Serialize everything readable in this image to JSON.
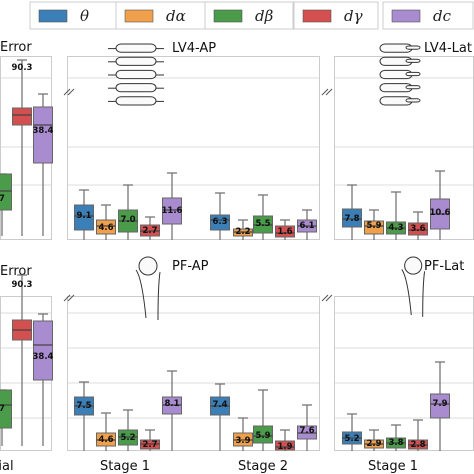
{
  "colors": {
    "theta": "#3a7fb8",
    "dalpha": "#f0a04b",
    "dbeta": "#4a9c4a",
    "dgamma": "#d45050",
    "dc": "#a98bd0"
  },
  "legend": [
    {
      "key": "theta",
      "label": "θ"
    },
    {
      "key": "dalpha",
      "label": "dα"
    },
    {
      "key": "dbeta",
      "label": "dβ"
    },
    {
      "key": "dgamma",
      "label": "dγ"
    },
    {
      "key": "dc",
      "label": "dc"
    }
  ],
  "chart_data": [
    {
      "type": "box",
      "panel": "top",
      "row_title": "Error",
      "x_ticks": [
        "ial",
        "Stage 1",
        "Stage 2",
        "Stage 1"
      ],
      "groups": [
        {
          "name": "ial",
          "boxes": [
            {
              "series": "dbeta",
              "label": "7"
            },
            {
              "series": "dgamma",
              "label": "90.3"
            },
            {
              "series": "dc",
              "label": "38.4"
            }
          ]
        },
        {
          "name": "Stage 1",
          "title": "LV4-AP",
          "boxes": [
            {
              "series": "theta",
              "label": "9.1"
            },
            {
              "series": "dalpha",
              "label": "4.6"
            },
            {
              "series": "dbeta",
              "label": "7.0"
            },
            {
              "series": "dgamma",
              "label": "2.7"
            },
            {
              "series": "dc",
              "label": "11.6"
            }
          ]
        },
        {
          "name": "Stage 2",
          "boxes": [
            {
              "series": "theta",
              "label": "6.3"
            },
            {
              "series": "dalpha",
              "label": "2.2"
            },
            {
              "series": "dbeta",
              "label": "5.5"
            },
            {
              "series": "dgamma",
              "label": "1.6"
            },
            {
              "series": "dc",
              "label": "6.1"
            }
          ]
        },
        {
          "name": "Stage 1",
          "title": "LV4-Lat",
          "boxes": [
            {
              "series": "theta",
              "label": "7.8"
            },
            {
              "series": "dalpha",
              "label": "5.9"
            },
            {
              "series": "dbeta",
              "label": "4.3"
            },
            {
              "series": "dgamma",
              "label": "3.6"
            },
            {
              "series": "dc",
              "label": "10.6"
            }
          ]
        }
      ]
    },
    {
      "type": "box",
      "panel": "bottom",
      "row_title": "Error",
      "x_ticks": [
        "ial",
        "Stage 1",
        "Stage 2",
        "Stage 1"
      ],
      "groups": [
        {
          "name": "ial",
          "boxes": [
            {
              "series": "dbeta",
              "label": "7"
            },
            {
              "series": "dgamma",
              "label": "90.3"
            },
            {
              "series": "dc",
              "label": "38.4"
            }
          ]
        },
        {
          "name": "Stage 1",
          "title": "PF-AP",
          "boxes": [
            {
              "series": "theta",
              "label": "7.5"
            },
            {
              "series": "dalpha",
              "label": "4.6"
            },
            {
              "series": "dbeta",
              "label": "5.2"
            },
            {
              "series": "dgamma",
              "label": "2.7"
            },
            {
              "series": "dc",
              "label": "8.1"
            }
          ]
        },
        {
          "name": "Stage 2",
          "boxes": [
            {
              "series": "theta",
              "label": "7.4"
            },
            {
              "series": "dalpha",
              "label": "3.9"
            },
            {
              "series": "dbeta",
              "label": "5.9"
            },
            {
              "series": "dgamma",
              "label": "1.9"
            },
            {
              "series": "dc",
              "label": "7.6"
            }
          ]
        },
        {
          "name": "Stage 1",
          "title": "PF-Lat",
          "boxes": [
            {
              "series": "theta",
              "label": "5.2"
            },
            {
              "series": "dalpha",
              "label": "2.9"
            },
            {
              "series": "dbeta",
              "label": "3.8"
            },
            {
              "series": "dgamma",
              "label": "2.8"
            },
            {
              "series": "dc",
              "label": "7.9"
            }
          ]
        }
      ]
    }
  ]
}
